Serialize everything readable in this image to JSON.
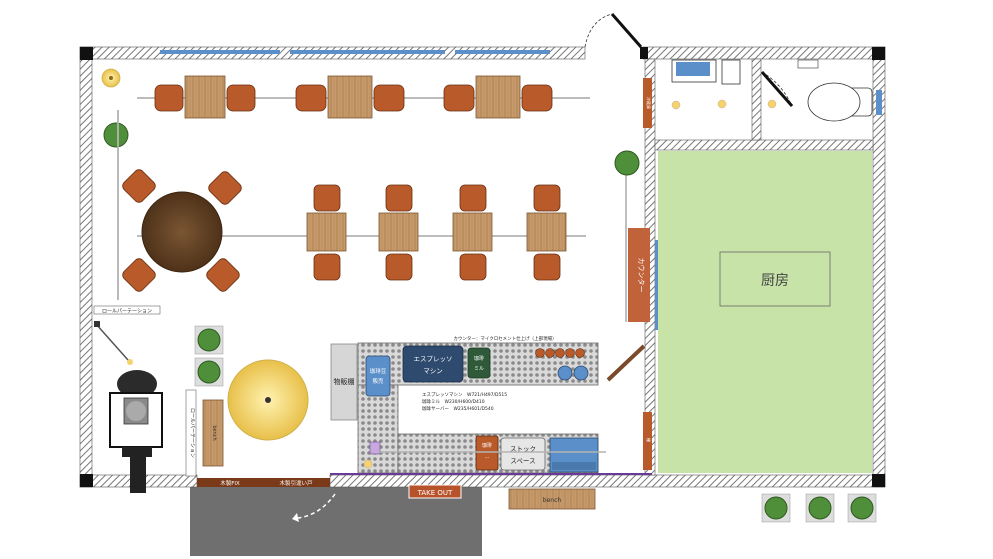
{
  "title": "",
  "rooms": {
    "kitchen_label": "厨房",
    "goods_shelf": "物販棚",
    "counter": "カウンター",
    "counter_top_note": "カウンター：マイクロセメント仕上げ（上部現場）"
  },
  "equipment": {
    "espresso": [
      "エスプレッソ",
      "マシン"
    ],
    "mill": [
      "珈琲",
      "ミル"
    ],
    "bean_sales": [
      "珈琲豆",
      "販売"
    ],
    "stock": [
      "ストック",
      "スペース"
    ],
    "coffee_small": [
      "珈琲",
      "..."
    ],
    "spec_lines": [
      "エスプレッソマシン　W721/H497/D515",
      "珈琲ミル　W230/H600/D410",
      "珈琲サーバー　W235/H601/D540"
    ]
  },
  "labels": {
    "roll_partition": "ロールパーテーション",
    "side_partition": "ロールパーテーション",
    "left_wall_panel": "木製FIX",
    "right_wall_panel": "木製引違い戸",
    "take_out": "TAKE OUT",
    "bench_inner": "bench",
    "bench_outer": "bench",
    "side_panel_top": "冷蔵庫",
    "side_panel_bottom": "棚"
  },
  "colors": {
    "wall_hatch": "#9a9a9a",
    "chair": "#b85a2a",
    "table_wood": "#c79a6b",
    "kitchen_floor": "#c8e3a8",
    "plant": "#4f8f3a",
    "counter_bar": "#c0633a",
    "espresso_machine": "#2e4a6e",
    "light_yellow": "#f3d36a",
    "terrace": "#6f6f6f",
    "window_blue": "#5b8fc9",
    "take_out_sign": "#b8522a"
  }
}
